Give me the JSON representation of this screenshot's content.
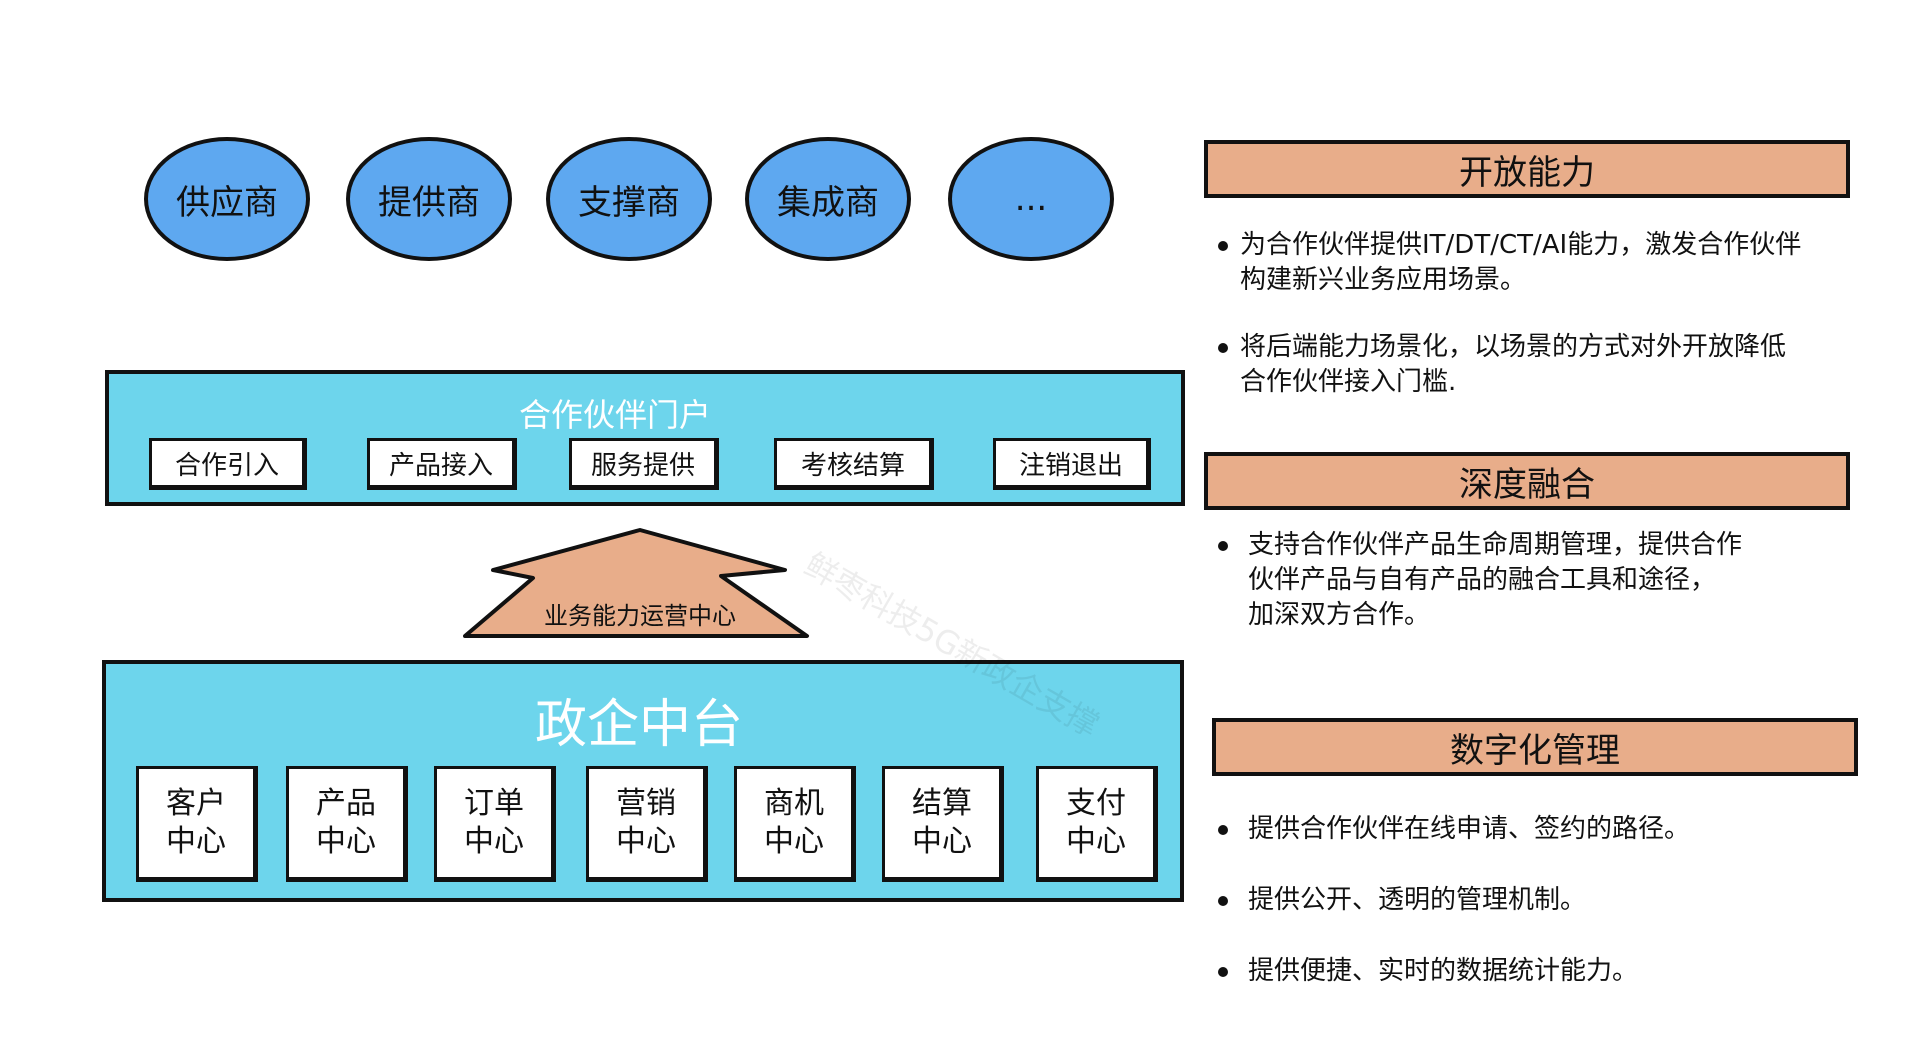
{
  "partners": [
    "供应商",
    "提供商",
    "支撑商",
    "集成商",
    "..."
  ],
  "portal": {
    "title": "合作伙伴门户",
    "items": [
      "合作引入",
      "产品接入",
      "服务提供",
      "考核结算",
      "注销退出"
    ]
  },
  "arrow": {
    "label": "业务能力运营中心"
  },
  "platform": {
    "title": "政企中台",
    "centers": [
      [
        "客户",
        "中心"
      ],
      [
        "产品",
        "中心"
      ],
      [
        "订单",
        "中心"
      ],
      [
        "营销",
        "中心"
      ],
      [
        "商机",
        "中心"
      ],
      [
        "结算",
        "中心"
      ],
      [
        "支付",
        "中心"
      ]
    ]
  },
  "sections": [
    {
      "title": "开放能力",
      "bullets": [
        [
          "为合作伙伴提供IT/DT/CT/AI能力，激发合作伙伴",
          "构建新兴业务应用场景。"
        ],
        [
          "将后端能力场景化，以场景的方式对外开放降低",
          "合作伙伴接入门槛."
        ]
      ]
    },
    {
      "title": "深度融合",
      "bullets": [
        [
          "支持合作伙伴产品生命周期管理，提供合作",
          "伙伴产品与自有产品的融合工具和途径，",
          "加深双方合作。"
        ]
      ]
    },
    {
      "title": "数字化管理",
      "bullets": [
        [
          "提供合作伙伴在线申请、签约的路径。"
        ],
        [
          "提供公开、透明的管理机制。"
        ],
        [
          "提供便捷、实时的数据统计能力。"
        ]
      ]
    }
  ],
  "watermark": "鲜枣科技5G新政企支撑",
  "colors": {
    "ellipse": "#5ea8f0",
    "band": "#6dd5ec",
    "banner": "#e8ad8a"
  }
}
